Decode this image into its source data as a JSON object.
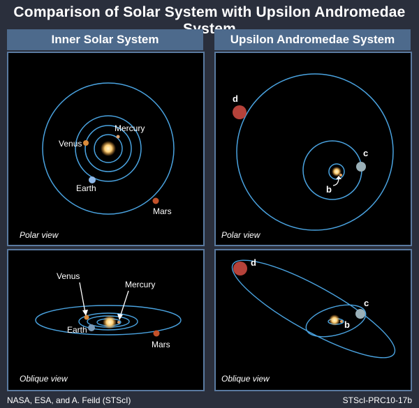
{
  "title": "Comparison of Solar System with Upsilon Andromedae System",
  "left_column": {
    "header": "Inner Solar System",
    "polar": {
      "view_label": "Polar view",
      "labels": {
        "mercury": "Mercury",
        "venus": "Venus",
        "earth": "Earth",
        "mars": "Mars"
      }
    },
    "oblique": {
      "view_label": "Oblique view",
      "labels": {
        "venus": "Venus",
        "mercury": "Mercury",
        "earth": "Earth",
        "mars": "Mars"
      }
    }
  },
  "right_column": {
    "header": "Upsilon Andromedae System",
    "polar": {
      "view_label": "Polar view",
      "labels": {
        "d": "d",
        "c": "c",
        "b": "b"
      }
    },
    "oblique": {
      "view_label": "Oblique view",
      "labels": {
        "d": "d",
        "c": "c",
        "b": "b"
      }
    }
  },
  "credits": {
    "left": "NASA, ESA, and A. Feild (STScI)",
    "right": "STScI-PRC10-17b"
  },
  "colors": {
    "orbit": "#4aa3e0",
    "header_bg": "#4d6a8c",
    "sun": "#ffd27a",
    "mars": "#c2512a",
    "planet_d": "#b5423a",
    "planet_c": "#9ab0b8"
  }
}
